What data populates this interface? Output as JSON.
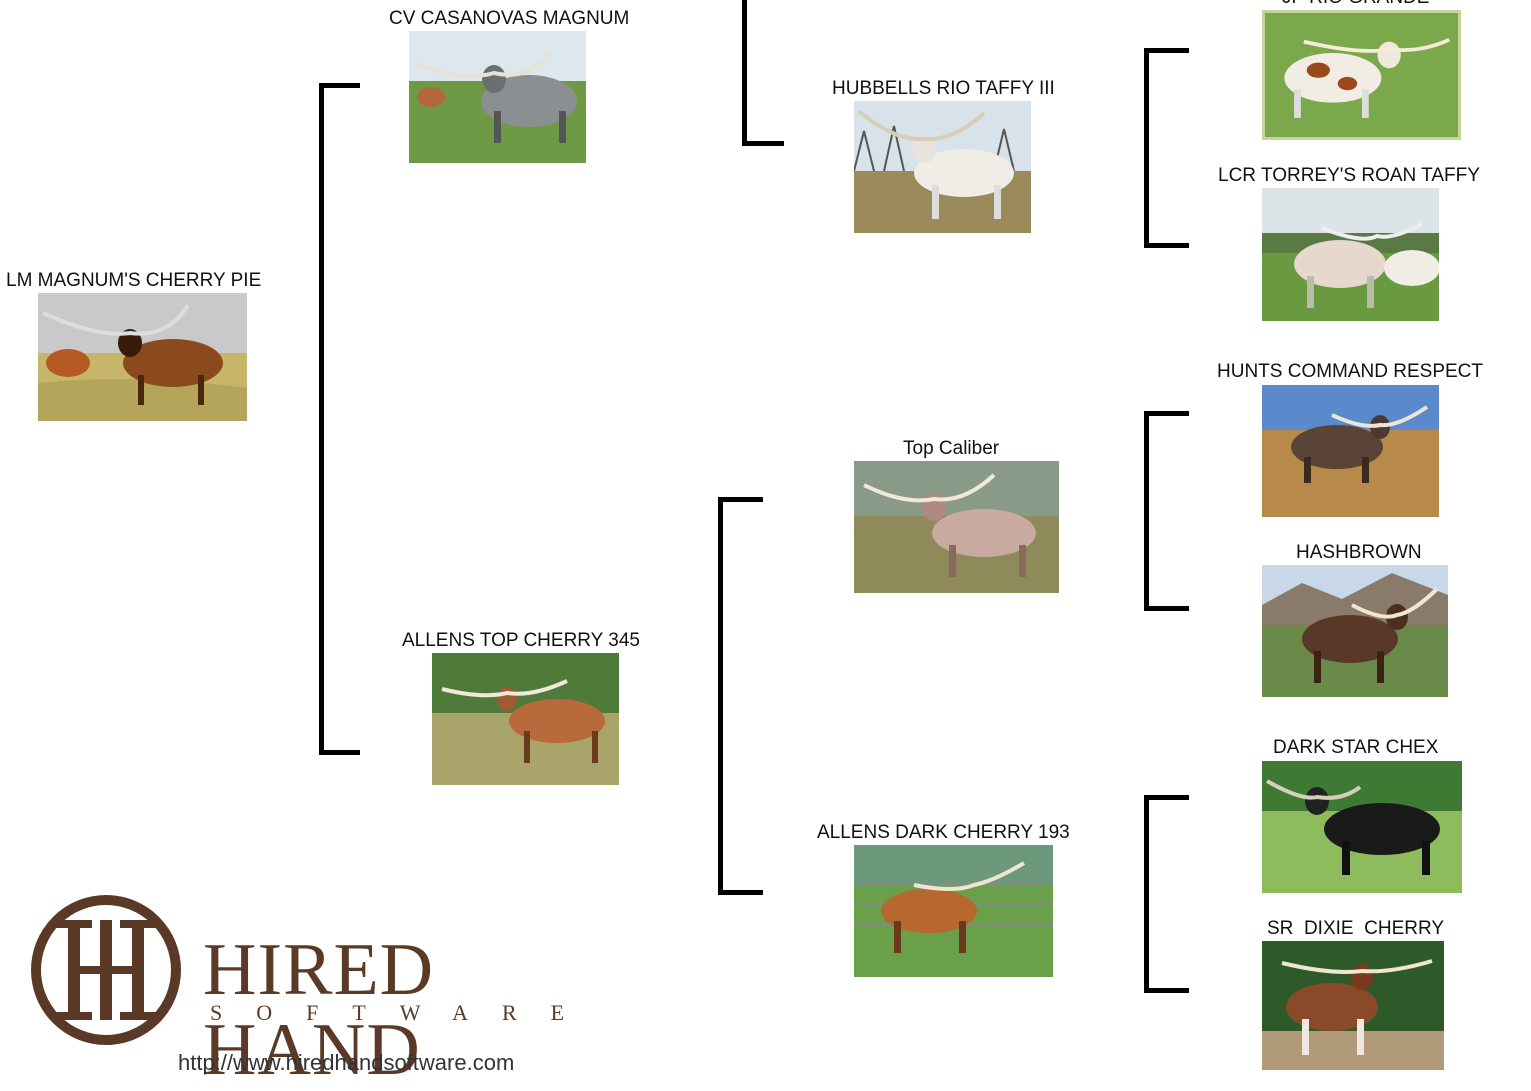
{
  "subject": {
    "name": "LM MAGNUM'S CHERRY PIE"
  },
  "parents": {
    "sire": {
      "name": "CV CASANOVAS MAGNUM"
    },
    "dam": {
      "name": "ALLENS TOP CHERRY 345"
    }
  },
  "grandparents": {
    "sire_dam": {
      "name": "HUBBELLS RIO TAFFY III"
    },
    "dam_sire": {
      "name": "Top Caliber"
    },
    "dam_dam": {
      "name": "ALLENS DARK CHERRY 193"
    }
  },
  "great_grandparents": {
    "g1": {
      "name": "JP RIO GRANDE"
    },
    "g2": {
      "name": "LCR TORREY'S ROAN TAFFY"
    },
    "g3": {
      "name": "HUNTS COMMAND RESPECT"
    },
    "g4": {
      "name": "HASHBROWN"
    },
    "g5": {
      "name": "DARK STAR CHEX"
    },
    "g6": {
      "name": "SR  DIXIE  CHERRY"
    }
  },
  "logo": {
    "brand": "HIRED HAND",
    "subtitle": "SOFTWARE",
    "url": "http://www.hiredhandsoftware.com"
  },
  "colors": {
    "logo_brown": "#5a3a26",
    "bracket": "#000000"
  }
}
